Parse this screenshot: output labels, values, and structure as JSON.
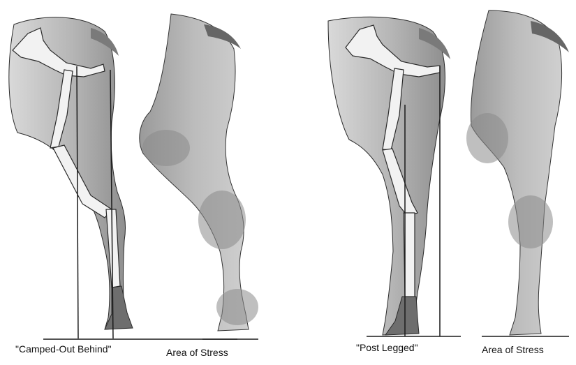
{
  "figure": {
    "panels": [
      {
        "id": "camped-out",
        "caption": "\"Camped-Out Behind\"",
        "stress_caption": "Area of Stress"
      },
      {
        "id": "post-legged",
        "caption": "\"Post Legged\"",
        "stress_caption": "Area of Stress"
      }
    ]
  },
  "colors": {
    "background": "#ffffff",
    "body_fill": "#bdbdbd",
    "body_shadow": "#8e8e8e",
    "bone": "#f2f2f2",
    "outline": "#2a2a2a",
    "stress_zone": "#8a8a8a"
  }
}
